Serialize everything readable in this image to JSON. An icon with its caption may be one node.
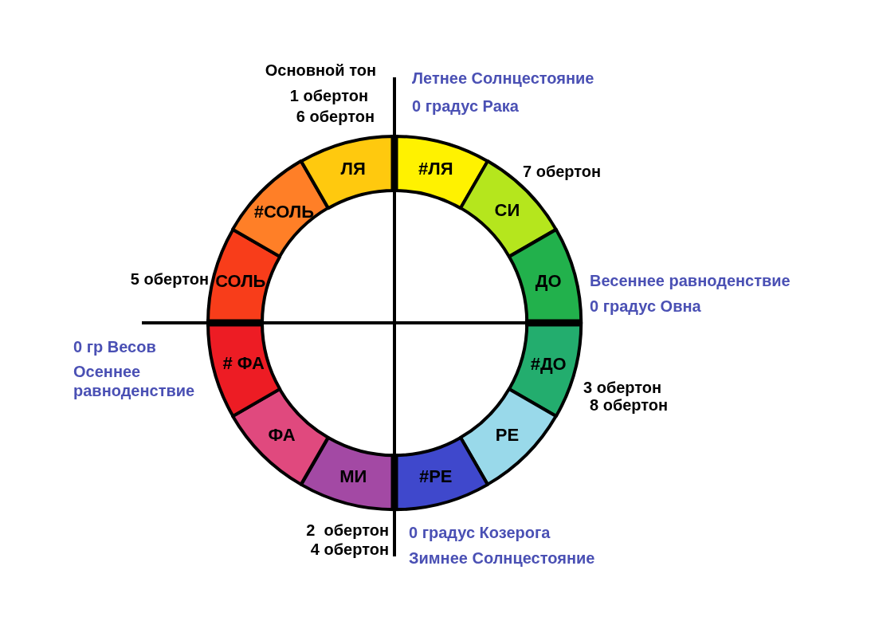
{
  "diagram": {
    "nodes": [
      {
        "text": [
          "#ЛЯ"
        ]
      },
      {
        "text": [
          "СИ"
        ]
      },
      {
        "text": [
          "ДО"
        ]
      },
      {
        "text": [
          "#ДО"
        ]
      },
      {
        "text": [
          "РЕ"
        ]
      },
      {
        "text": [
          "#РЕ"
        ]
      },
      {
        "text": [
          "МИ"
        ]
      },
      {
        "text": [
          "ФА"
        ]
      },
      {
        "text": [
          "# ФА"
        ]
      },
      {
        "text": [
          "СОЛЬ"
        ]
      },
      {
        "text": [
          "#СОЛЬ"
        ]
      },
      {
        "text": [
          "ЛЯ"
        ]
      }
    ],
    "labels": [
      "Основной тон",
      "1 обертон",
      "6 обертон",
      "Летнее Солнцестояние",
      "0 градус Рака",
      "7 обертон",
      "5 обертон",
      "Весеннее равноденствие",
      "0 градус Овна",
      "0 гр Весов",
      "Осеннее равноденствие",
      "3 обертон",
      "8 обертон",
      "2  обертон",
      "4 обертон",
      "0 градус Козерога",
      "Зимнее Солнцестояние"
    ]
  }
}
